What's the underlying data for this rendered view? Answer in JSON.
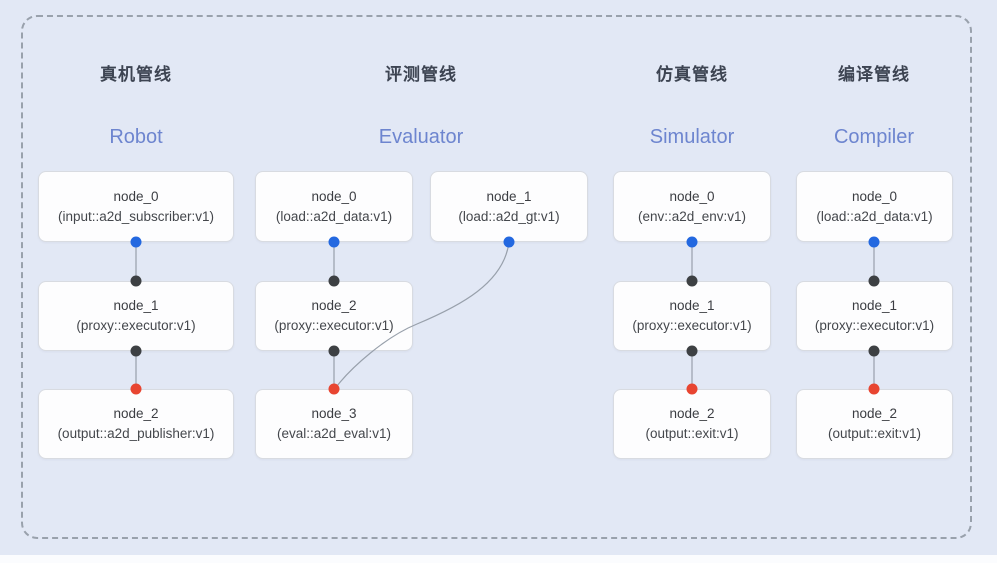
{
  "colors": {
    "background": "#e2e8f5",
    "frame_border": "#99a1ac",
    "box_bg": "#fdfdfe",
    "box_border": "#d8dbe1",
    "cn_title": "#3d4452",
    "en_title": "#6d85cf",
    "node_title": "#3b3d42",
    "node_subtitle": "#44474c",
    "wire": "#98a0ab",
    "input_port_dot": "#2368e0",
    "mid_port_dot": "#3d4043",
    "output_port_dot": "#e84531"
  },
  "pipelines": [
    {
      "cn_title": "真机管线",
      "en_title": "Robot",
      "nodes": [
        {
          "title": "node_0",
          "subtitle": "(input::a2d_subscriber:v1)"
        },
        {
          "title": "node_1",
          "subtitle": "(proxy::executor:v1)"
        },
        {
          "title": "node_2",
          "subtitle": "(output::a2d_publisher:v1)"
        }
      ]
    },
    {
      "cn_title": "评测管线",
      "en_title": "Evaluator",
      "nodes": [
        {
          "title": "node_0",
          "subtitle": "(load::a2d_data:v1)"
        },
        {
          "title": "node_1",
          "subtitle": "(load::a2d_gt:v1)"
        },
        {
          "title": "node_2",
          "subtitle": "(proxy::executor:v1)"
        },
        {
          "title": "node_3",
          "subtitle": "(eval::a2d_eval:v1)"
        }
      ]
    },
    {
      "cn_title": "仿真管线",
      "en_title": "Simulator",
      "nodes": [
        {
          "title": "node_0",
          "subtitle": "(env::a2d_env:v1)"
        },
        {
          "title": "node_1",
          "subtitle": "(proxy::executor:v1)"
        },
        {
          "title": "node_2",
          "subtitle": "(output::exit:v1)"
        }
      ]
    },
    {
      "cn_title": "编译管线",
      "en_title": "Compiler",
      "nodes": [
        {
          "title": "node_0",
          "subtitle": "(load::a2d_data:v1)"
        },
        {
          "title": "node_1",
          "subtitle": "(proxy::executor:v1)"
        },
        {
          "title": "node_2",
          "subtitle": "(output::exit:v1)"
        }
      ]
    }
  ]
}
